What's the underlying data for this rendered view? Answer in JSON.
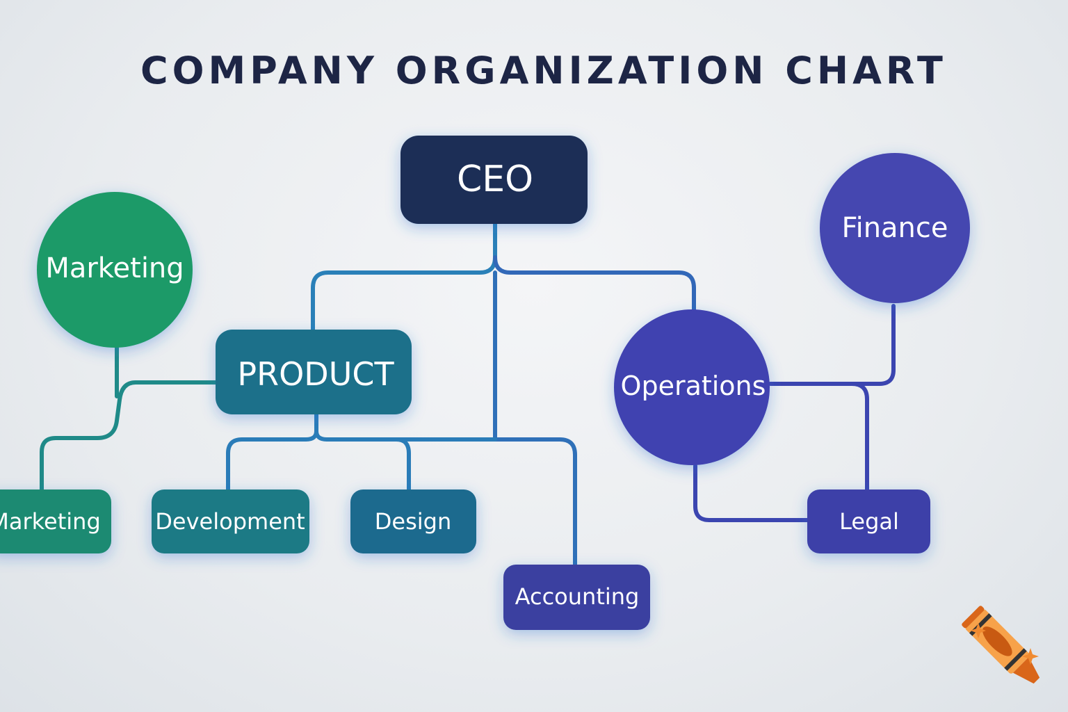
{
  "title": "COMPANY ORGANIZATION CHART",
  "nodes": {
    "ceo": "CEO",
    "marketing_circle": "Marketing",
    "product": "PRODUCT",
    "marketing_box": "Marketing",
    "development": "Development",
    "design": "Design",
    "accounting": "Accounting",
    "operations": "Operations",
    "finance": "Finance",
    "legal": "Legal"
  },
  "colors": {
    "title": "#1d2545",
    "ceo": "#1a2e57",
    "green": "#1f9a68",
    "teal": "#1d6f8a",
    "indigo": "#3f43b0"
  },
  "logo": "crayon-icon"
}
